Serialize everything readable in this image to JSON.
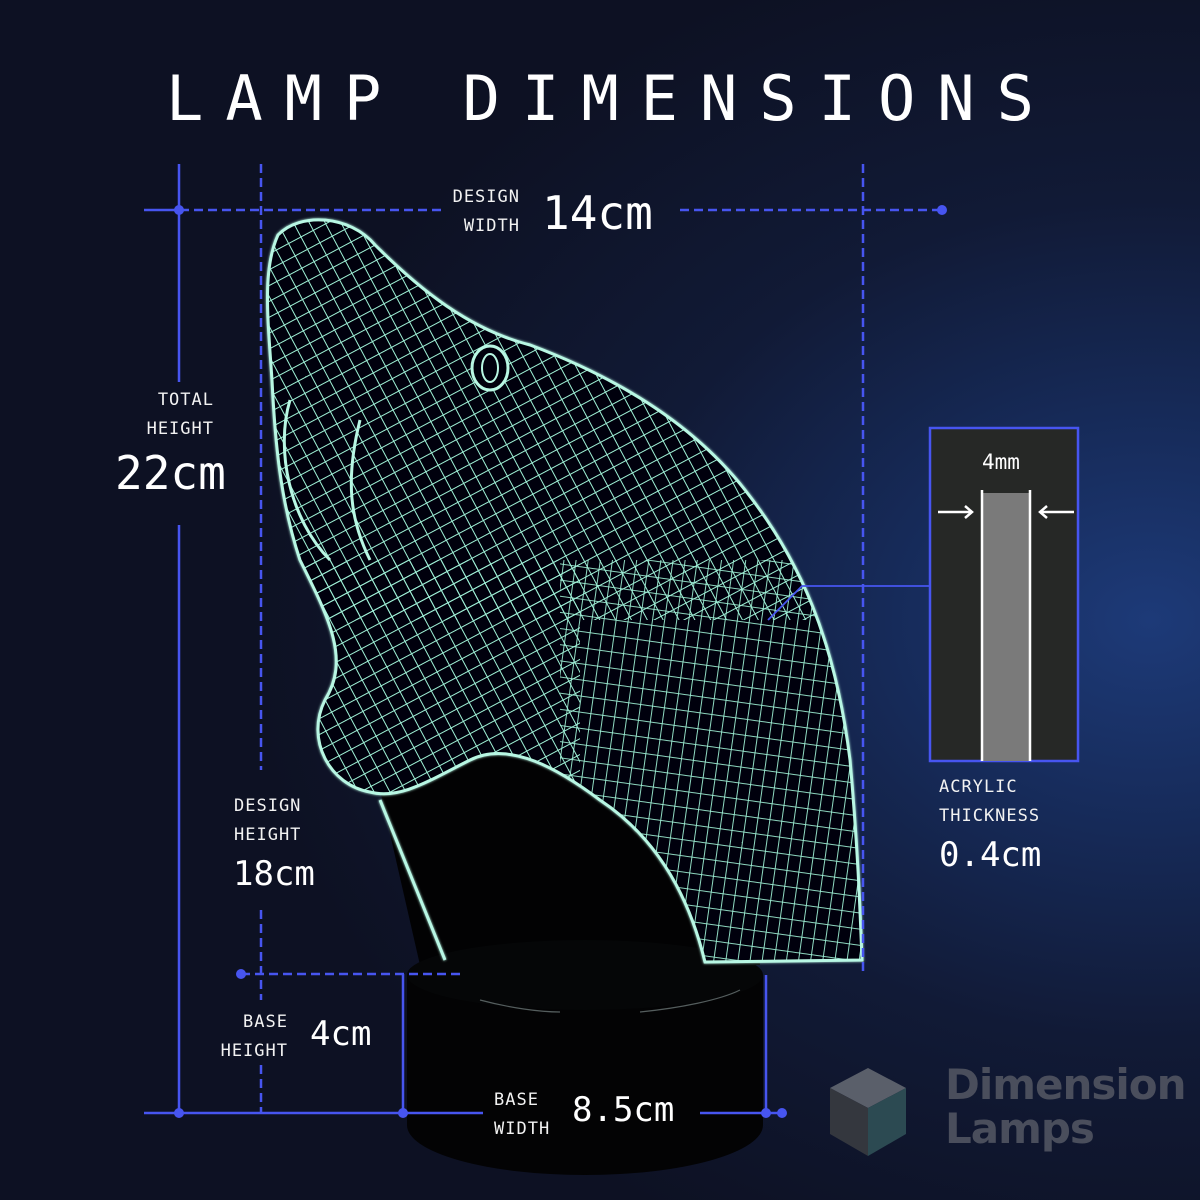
{
  "title": "LAMP DIMENSIONS",
  "dimensions": {
    "design_width": {
      "label_line1": "DESIGN",
      "label_line2": "WIDTH",
      "value": "14cm"
    },
    "total_height": {
      "label_line1": "TOTAL",
      "label_line2": "HEIGHT",
      "value": "22cm"
    },
    "design_height": {
      "label_line1": "DESIGN",
      "label_line2": "HEIGHT",
      "value": "18cm"
    },
    "base_height": {
      "label_line1": "BASE",
      "label_line2": "HEIGHT",
      "value": "4cm"
    },
    "base_width": {
      "label_line1": "BASE",
      "label_line2": "WIDTH",
      "value": "8.5cm"
    },
    "acrylic_thickness": {
      "label_line1": "ACRYLIC",
      "label_line2": "THICKNESS",
      "value": "0.4cm",
      "detail_label": "4mm"
    }
  },
  "brand": {
    "line1": "Dimension",
    "line2": "Lamps",
    "icon": "cube-icon"
  },
  "subject": "snake-head-3d-led-lamp",
  "colors": {
    "dimension_line": "#4755f0",
    "glow": "#9ff0d8",
    "background": "#0d1123",
    "panel": "#262826",
    "logo": "#4a4e5c"
  }
}
